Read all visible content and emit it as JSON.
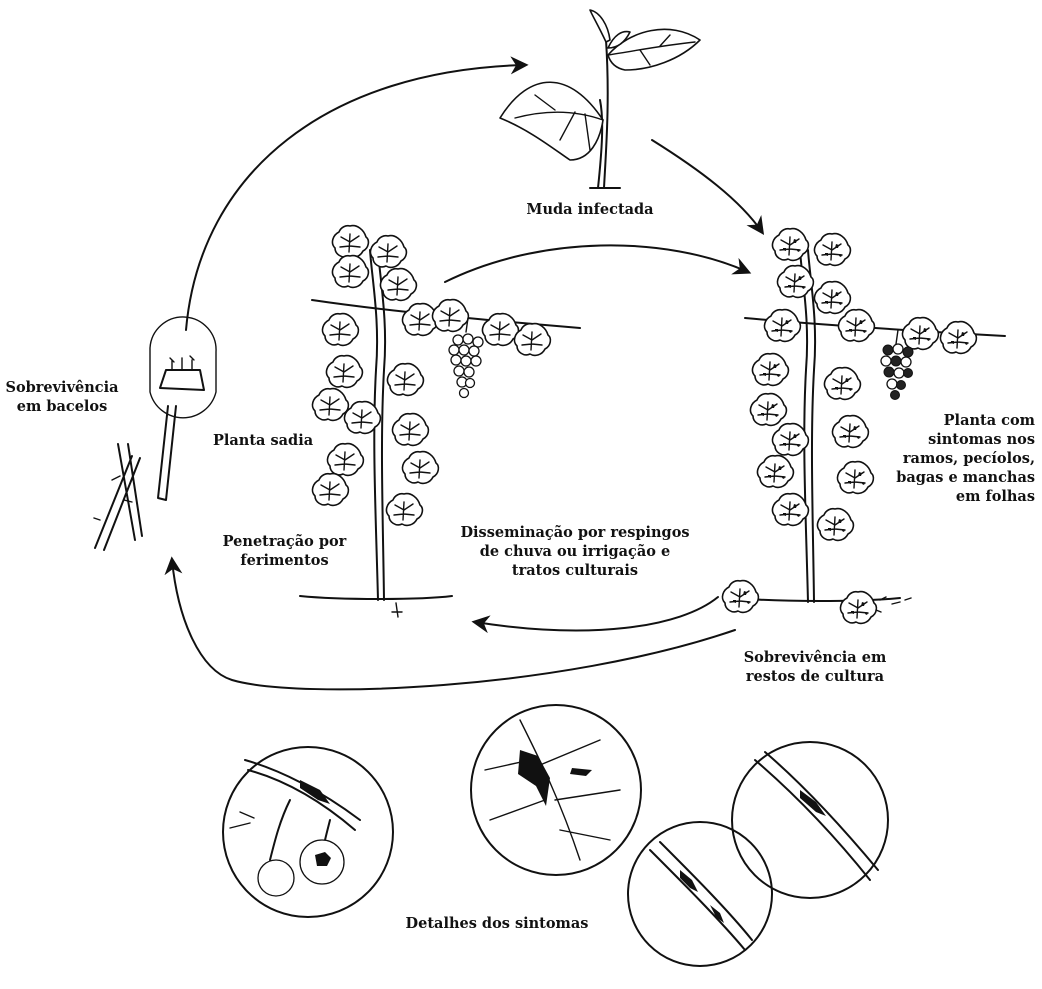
{
  "diagram": {
    "labels": {
      "muda_infectada": "Muda infectada",
      "sobrevivencia_bacelos": [
        "Sobrevivência",
        "em bacelos"
      ],
      "planta_sadia": "Planta sadia",
      "penetracao": [
        "Penetração por",
        "ferimentos"
      ],
      "disseminacao": [
        "Disseminação por respingos",
        "de chuva ou irrigação e",
        "tratos culturais"
      ],
      "planta_sintomas": [
        "Planta com",
        "sintomas nos",
        "ramos, pecíolos,",
        "bagas e manchas",
        "em folhas"
      ],
      "sobrevivencia_restos": [
        "Sobrevivência em",
        "restos de cultura"
      ],
      "detalhes": "Detalhes dos sintomas"
    },
    "icons": [
      "seedling-icon",
      "healthy-vine-icon",
      "diseased-vine-icon",
      "cuttings-icon",
      "grape-cluster-icon",
      "leaf-lesion-icon",
      "stem-lesion-icon"
    ],
    "colors": {
      "ink": "#111111",
      "background": "#ffffff"
    }
  }
}
